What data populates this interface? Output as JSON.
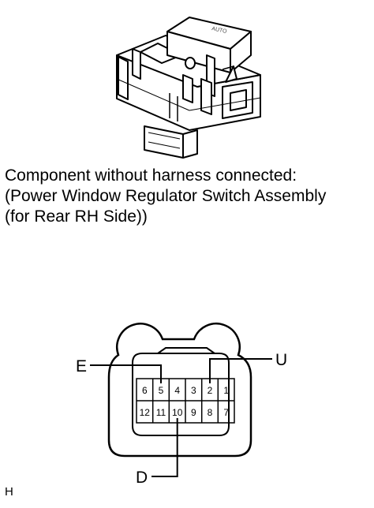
{
  "caption": {
    "line1": "Component without harness connected:",
    "line2": "(Power Window Regulator Switch Assembly",
    "line3": "(for Rear RH Side))"
  },
  "switch_body": {
    "button_marking": "AUTO"
  },
  "connector": {
    "top_row": [
      "6",
      "5",
      "4",
      "3",
      "2",
      "1"
    ],
    "bottom_row": [
      "12",
      "11",
      "10",
      "9",
      "8",
      "7"
    ],
    "callouts": {
      "E": "E",
      "U": "U",
      "D": "D"
    }
  },
  "figure_code": "H"
}
